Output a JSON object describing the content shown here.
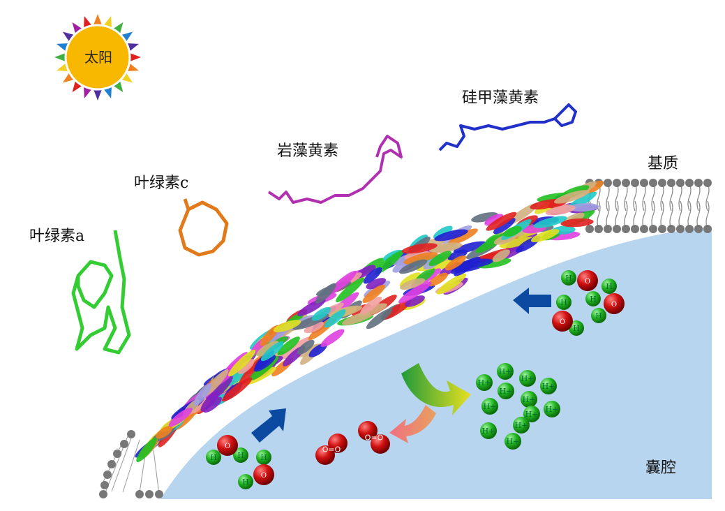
{
  "labels": {
    "sun": "太阳",
    "diatoxanthin": "硅甲藻黄素",
    "fucoxanthin": "岩藻黄素",
    "chlorophyll_c": "叶绿素c",
    "chlorophyll_a": "叶绿素a",
    "stroma": "基质",
    "lumen": "囊腔"
  },
  "atoms": {
    "hydrogen": "H",
    "oxygen": "O",
    "proton": "H+",
    "oxygen_molecule": "O=O"
  },
  "colors": {
    "lumen": "#b8d5ef",
    "hydrogen": "#22b422",
    "oxygen": "#d01010",
    "arrow": "#0b4aa0",
    "chlorophyll_a": "#33cc33",
    "chlorophyll_c": "#e07a1a",
    "fucoxanthin": "#b030b0",
    "diatoxanthin": "#2030c8",
    "sun": "#f8b800"
  }
}
